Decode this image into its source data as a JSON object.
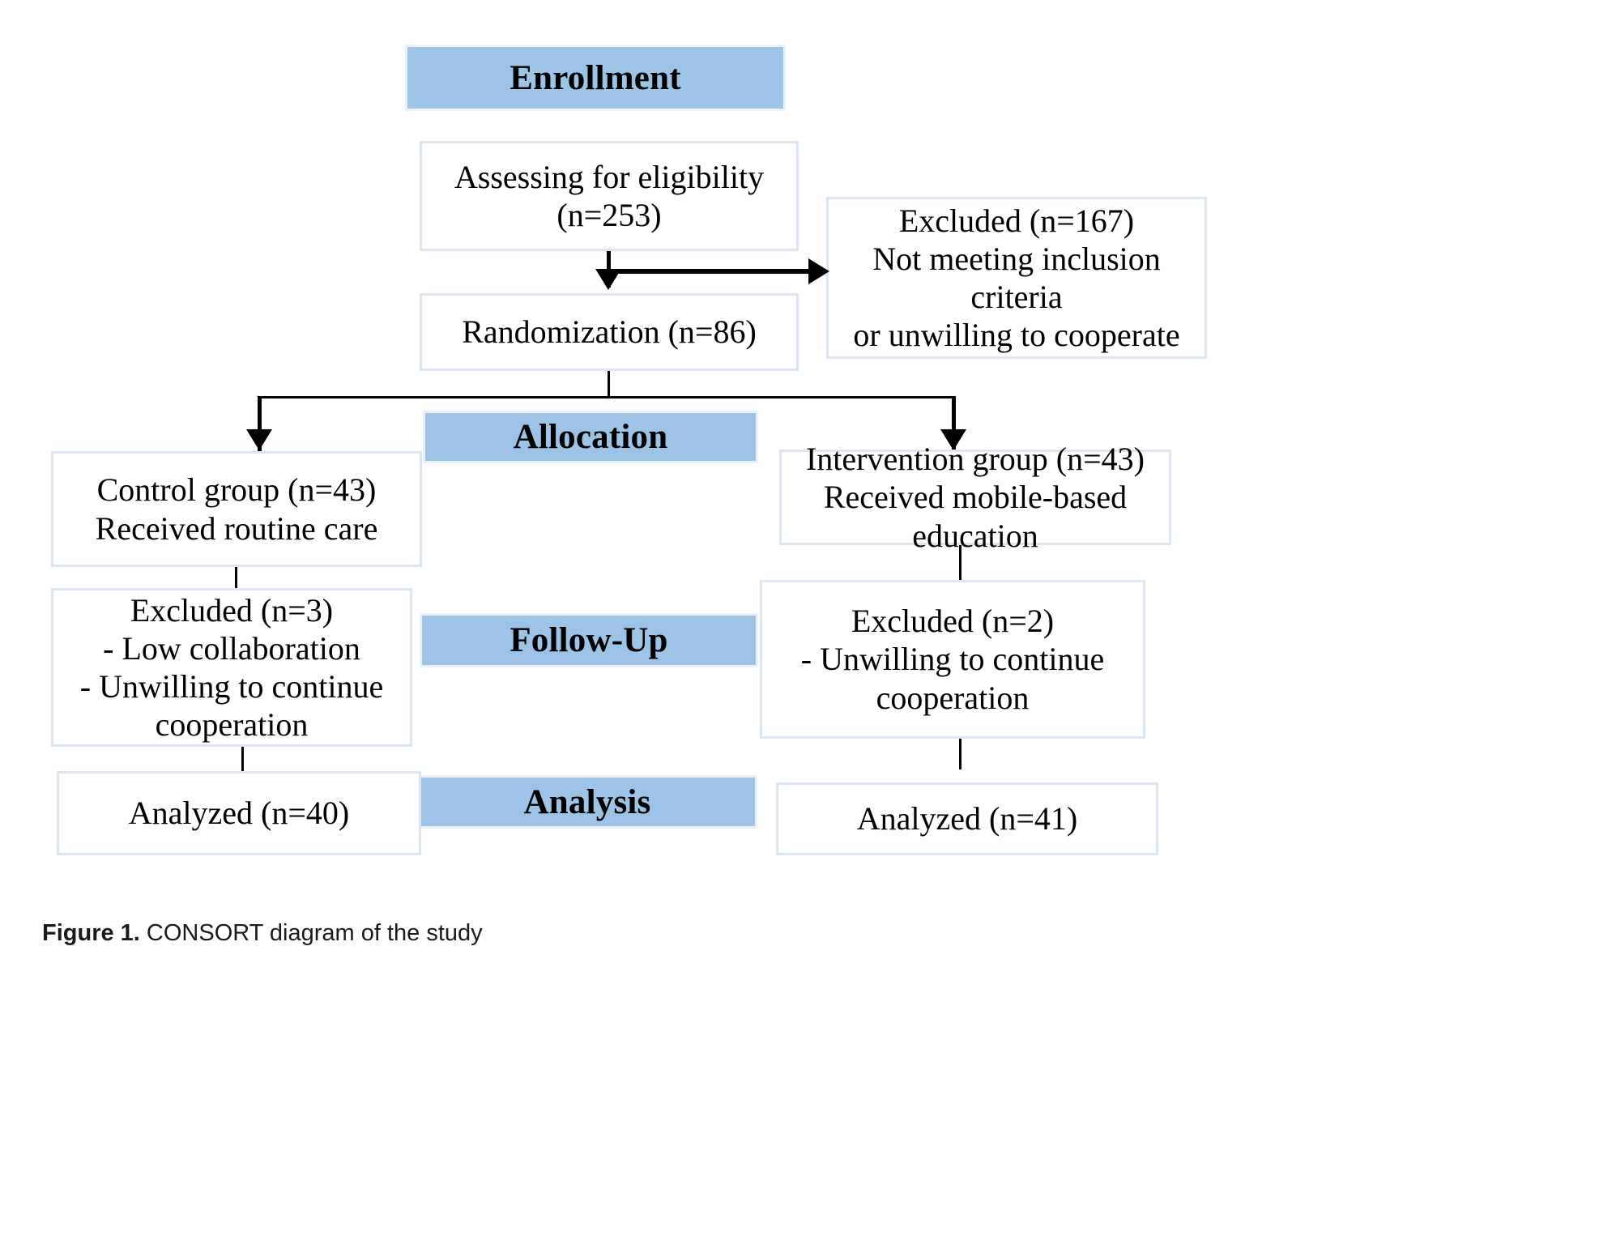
{
  "figure": {
    "caption_label": "Figure 1.",
    "caption_text": " CONSORT diagram of the study"
  },
  "colors": {
    "banner_fill": "#9dc3e6",
    "box_border": "#dce6f1",
    "connector": "#000000",
    "text": "#000000",
    "background": "#ffffff"
  },
  "stages": {
    "enrollment": "Enrollment",
    "allocation": "Allocation",
    "follow_up": "Follow-Up",
    "analysis": "Analysis"
  },
  "nodes": {
    "assessed": "Assessing for eligibility\n(n=253)",
    "excluded_enrollment": "Excluded (n=167)\nNot meeting inclusion criteria\nor unwilling to cooperate",
    "randomization": "Randomization (n=86)",
    "control_group": "Control group (n=43)\nReceived routine care",
    "intervention_group": "Intervention group (n=43)\nReceived mobile-based\neducation",
    "control_excluded": "Excluded (n=3)\n- Low collaboration\n- Unwilling to continue\ncooperation",
    "intervention_excluded": "Excluded (n=2)\n- Unwilling to continue\ncooperation",
    "control_analyzed": "Analyzed (n=40)",
    "intervention_analyzed": "Analyzed (n=41)"
  },
  "chart_data": {
    "type": "diagram",
    "title": "CONSORT diagram of the study",
    "stages": [
      "Enrollment",
      "Allocation",
      "Follow-Up",
      "Analysis"
    ],
    "flow": [
      {
        "id": "assessed",
        "label": "Assessing for eligibility",
        "n": 253,
        "stage": "Enrollment"
      },
      {
        "id": "excluded_enrollment",
        "label": "Excluded",
        "n": 167,
        "stage": "Enrollment",
        "reasons": [
          "Not meeting inclusion criteria",
          "or unwilling to cooperate"
        ]
      },
      {
        "id": "randomization",
        "label": "Randomization",
        "n": 86,
        "stage": "Enrollment"
      },
      {
        "id": "control_group",
        "label": "Control group",
        "n": 43,
        "stage": "Allocation",
        "detail": "Received routine care"
      },
      {
        "id": "intervention_group",
        "label": "Intervention group",
        "n": 43,
        "stage": "Allocation",
        "detail": "Received mobile-based education"
      },
      {
        "id": "control_excluded",
        "label": "Excluded",
        "n": 3,
        "stage": "Follow-Up",
        "reasons": [
          "Low collaboration",
          "Unwilling to continue cooperation"
        ]
      },
      {
        "id": "intervention_excluded",
        "label": "Excluded",
        "n": 2,
        "stage": "Follow-Up",
        "reasons": [
          "Unwilling to continue cooperation"
        ]
      },
      {
        "id": "control_analyzed",
        "label": "Analyzed",
        "n": 40,
        "stage": "Analysis"
      },
      {
        "id": "intervention_analyzed",
        "label": "Analyzed",
        "n": 41,
        "stage": "Analysis"
      }
    ],
    "edges": [
      {
        "from": "assessed",
        "to": "randomization"
      },
      {
        "from": "assessed",
        "to": "excluded_enrollment"
      },
      {
        "from": "randomization",
        "to": "control_group"
      },
      {
        "from": "randomization",
        "to": "intervention_group"
      },
      {
        "from": "control_group",
        "to": "control_excluded"
      },
      {
        "from": "intervention_group",
        "to": "intervention_excluded"
      },
      {
        "from": "control_excluded",
        "to": "control_analyzed"
      },
      {
        "from": "intervention_excluded",
        "to": "intervention_analyzed"
      }
    ]
  }
}
